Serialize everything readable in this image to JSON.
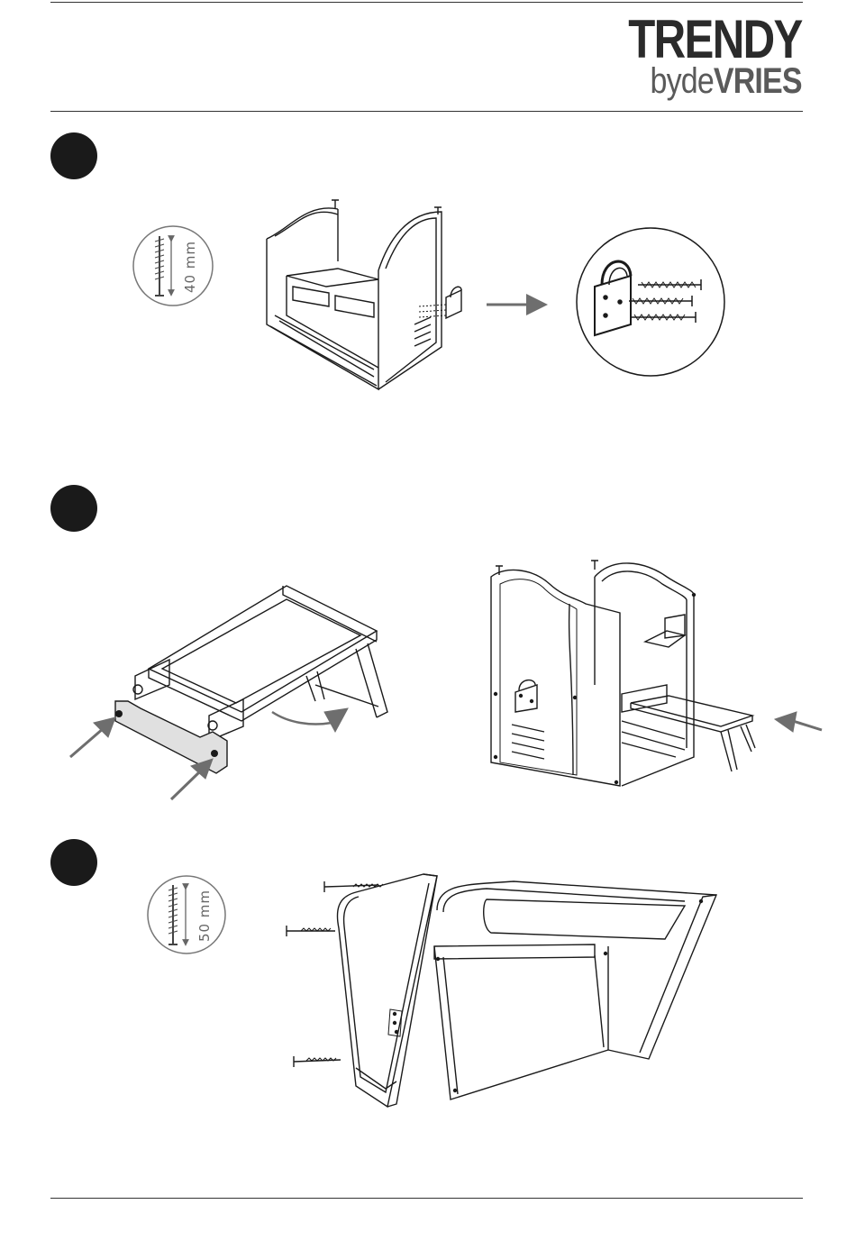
{
  "header": {
    "brand": "TRENDY",
    "sub_prefix": "by",
    "sub_de": "de",
    "sub_name": "VRIES"
  },
  "steps": [
    {
      "screw_length": "40 mm"
    },
    {},
    {
      "screw_length": "50 mm"
    }
  ],
  "colors": {
    "ink": "#1a1a1a",
    "arrow": "#6e6e6e",
    "panel": "#c9c9c9"
  }
}
